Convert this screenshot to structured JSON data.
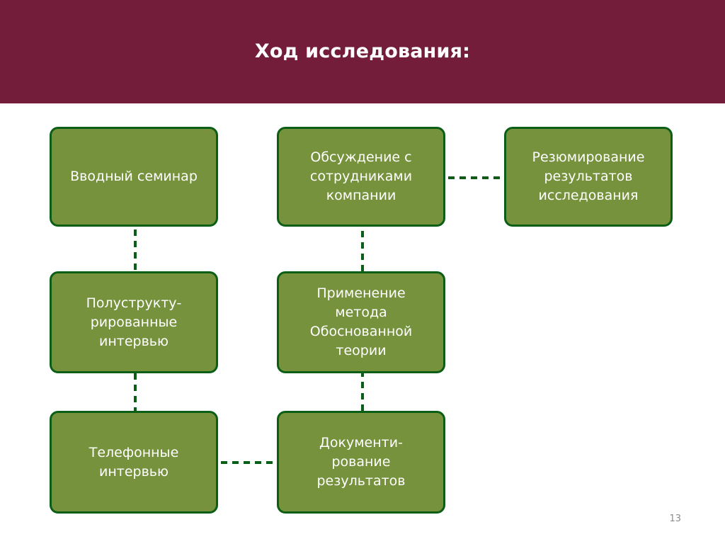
{
  "slide": {
    "title": "Ход исследования:",
    "page_number": "13"
  },
  "colors": {
    "header_bg": "#731d3a",
    "box_fill": "#76923c",
    "box_border": "#0b5e16",
    "connector": "#0b5e16"
  },
  "diagram": {
    "nodes": [
      {
        "id": "intro-seminar",
        "label": "Вводный семинар"
      },
      {
        "id": "staff-discussion",
        "label": "Обсуждение с\nсотрудниками\nкомпании"
      },
      {
        "id": "summary",
        "label": "Резюмирование\nрезультатов\nисследования"
      },
      {
        "id": "semi-structured",
        "label": "Полуструкту-\nрированные\nинтервью"
      },
      {
        "id": "grounded-theory",
        "label": "Применение\nметода\nОбоснованной\nтеории"
      },
      {
        "id": "phone-interviews",
        "label": "Телефонные\nинтервью"
      },
      {
        "id": "documentation",
        "label": "Документи-\nрование\nрезультатов"
      }
    ],
    "edges": [
      {
        "from": "intro-seminar",
        "to": "semi-structured",
        "style": "dashed"
      },
      {
        "from": "semi-structured",
        "to": "phone-interviews",
        "style": "dashed"
      },
      {
        "from": "phone-interviews",
        "to": "documentation",
        "style": "dashed"
      },
      {
        "from": "documentation",
        "to": "grounded-theory",
        "style": "dashed"
      },
      {
        "from": "grounded-theory",
        "to": "staff-discussion",
        "style": "dashed"
      },
      {
        "from": "staff-discussion",
        "to": "summary",
        "style": "dashed"
      }
    ]
  }
}
